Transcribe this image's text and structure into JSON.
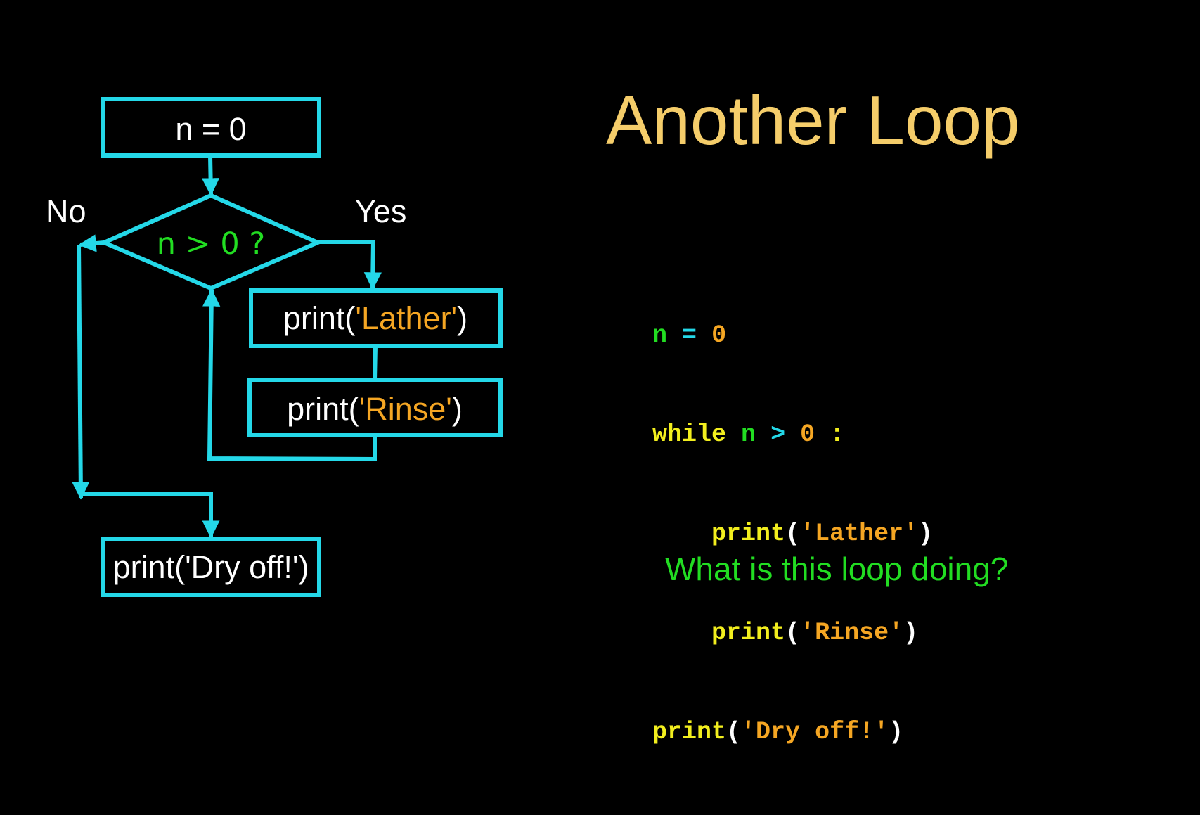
{
  "title": "Another Loop",
  "flowchart": {
    "start_box": "n = 0",
    "condition": "n > 0 ?",
    "label_no": "No",
    "label_yes": "Yes",
    "box_lather": {
      "func": "print(",
      "arg": "'Lather'",
      "close": ")"
    },
    "box_rinse": {
      "func": "print(",
      "arg": "'Rinse'",
      "close": ")"
    },
    "box_dry": "print('Dry off!')"
  },
  "code": {
    "line1": {
      "var": "n",
      "op": "=",
      "num": "0"
    },
    "line2": {
      "kw": "while",
      "var": "n",
      "op": ">",
      "num": "0",
      "colon": ":"
    },
    "line3": {
      "kw": "print",
      "open": "(",
      "str": "'Lather'",
      "close": ")"
    },
    "line4": {
      "kw": "print",
      "open": "(",
      "str": "'Rinse'",
      "close": ")"
    },
    "line5": {
      "kw": "print",
      "open": "(",
      "str": "'Dry off!'",
      "close": ")"
    }
  },
  "question": "What is this loop doing?",
  "colors": {
    "background": "#000000",
    "shape_stroke": "#24d8e8",
    "title": "#f5cd6a",
    "condition_text": "#22dd22",
    "string_literal": "#f5a623",
    "keyword": "#f2ee1e"
  }
}
